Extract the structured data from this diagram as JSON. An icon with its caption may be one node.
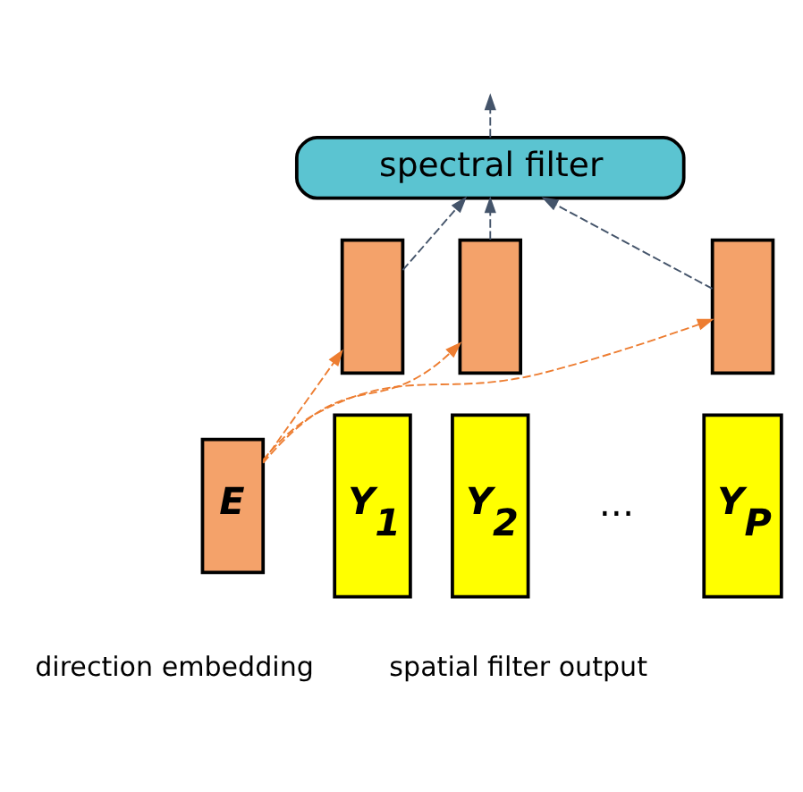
{
  "diagram": {
    "nodes": [
      {
        "text": [
          "spectral filter"
        ]
      },
      {
        "text": [],
        "shape": "box"
      },
      {
        "text": [],
        "shape": "box"
      },
      {
        "text": [],
        "shape": "box"
      },
      {
        "text": [
          "Y$_{1}$"
        ]
      },
      {
        "text": [
          "Y$_{2}$"
        ]
      },
      {
        "text": [
          "Y$_{P}$"
        ]
      },
      {
        "text": [
          "E"
        ],
        "beside": [
          "direction embedding"
        ]
      }
    ],
    "edges": [
      {
        "from": 7,
        "to": 1,
        "arrow": "to",
        "style": "dashed",
        "color": "#ed7d31"
      },
      {
        "from": 7,
        "to": 2,
        "arrow": "to",
        "style": "dashed",
        "color": "#ed7d31"
      },
      {
        "from": 7,
        "to": 3,
        "arrow": "to",
        "style": "dashed",
        "color": "#ed7d31"
      },
      {
        "from": 1,
        "to": 0,
        "arrow": "to",
        "style": "dashed"
      },
      {
        "from": 2,
        "to": 0,
        "arrow": "to",
        "style": "dashed"
      },
      {
        "from": 3,
        "to": 0,
        "arrow": "to",
        "style": "dashed"
      },
      {
        "from": 0,
        "to": null,
        "arrow": "to",
        "style": "dashed"
      }
    ],
    "labels": [
      "...",
      "spatial filter output"
    ]
  }
}
